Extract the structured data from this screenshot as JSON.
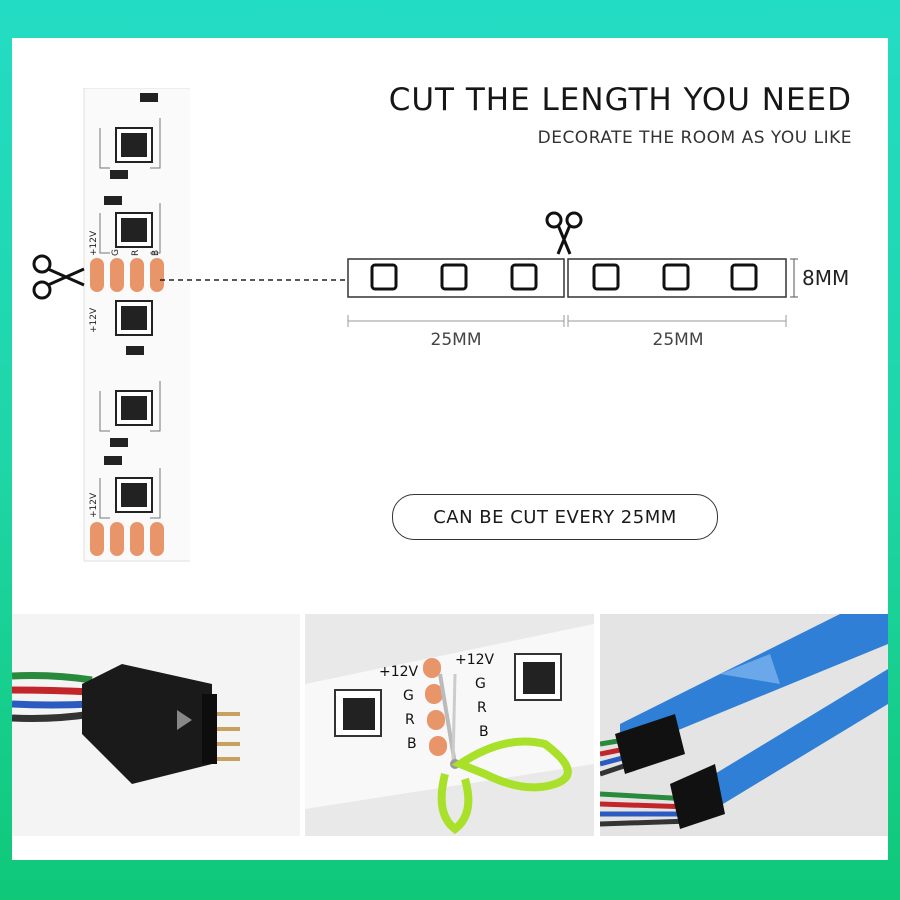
{
  "header": {
    "title": "CUT THE LENGTH YOU NEED",
    "subtitle": "DECORATE THE ROOM AS YOU LIKE"
  },
  "diagram": {
    "dim_width_left": "25MM",
    "dim_width_right": "25MM",
    "dim_height": "8MM",
    "strip_labels": {
      "power": "+12V",
      "g": "G",
      "r": "R",
      "b": "B"
    }
  },
  "badge": {
    "label": "CAN BE CUT EVERY 25MM"
  },
  "photo_cut": {
    "power_left": "+12V",
    "power_right": "+12V",
    "g": "G",
    "r": "R",
    "b": "B"
  },
  "colors": {
    "accent_gradient_top": "#23dcc4",
    "accent_gradient_bottom": "#10c878",
    "copper_pad": "#e8956a",
    "tape_blue": "#2f7fd6",
    "scissor_green": "#a8e02a"
  }
}
